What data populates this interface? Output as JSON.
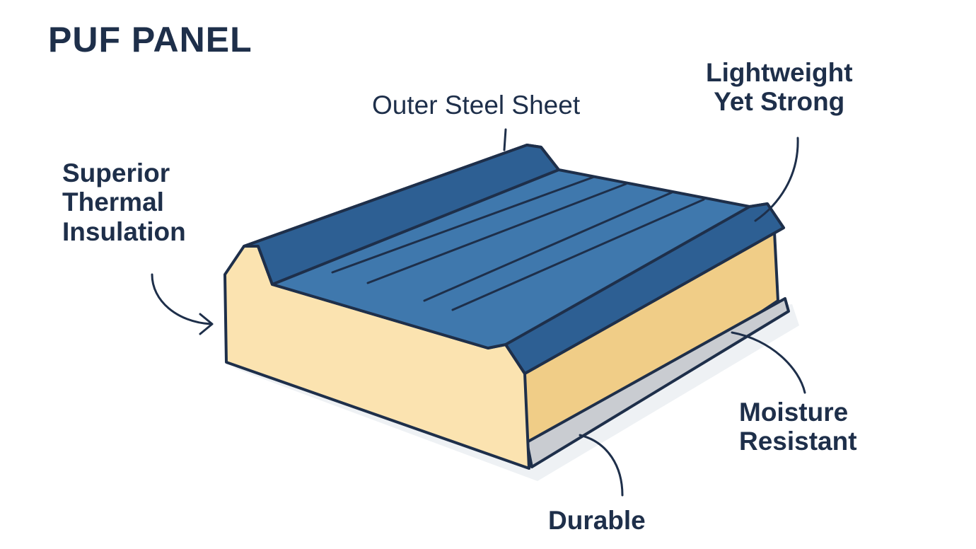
{
  "title": "PUF PANEL",
  "labels": {
    "outer_steel_sheet": "Outer Steel Sheet",
    "lightweight_line1": "Lightweight",
    "lightweight_line2": "Yet Strong",
    "thermal_line1": "Superior",
    "thermal_line2": "Thermal",
    "thermal_line3": "Insulation",
    "moisture_line1": "Moisture",
    "moisture_line2": "Resistant",
    "durable": "Durable"
  },
  "colors": {
    "steel_blue": "#3f78ad",
    "steel_dark": "#2d5f93",
    "foam": "#fbe3b0",
    "foam_side": "#f0cd87",
    "outline": "#1e2f4a",
    "bottom_sheet": "#c9ccd1"
  }
}
